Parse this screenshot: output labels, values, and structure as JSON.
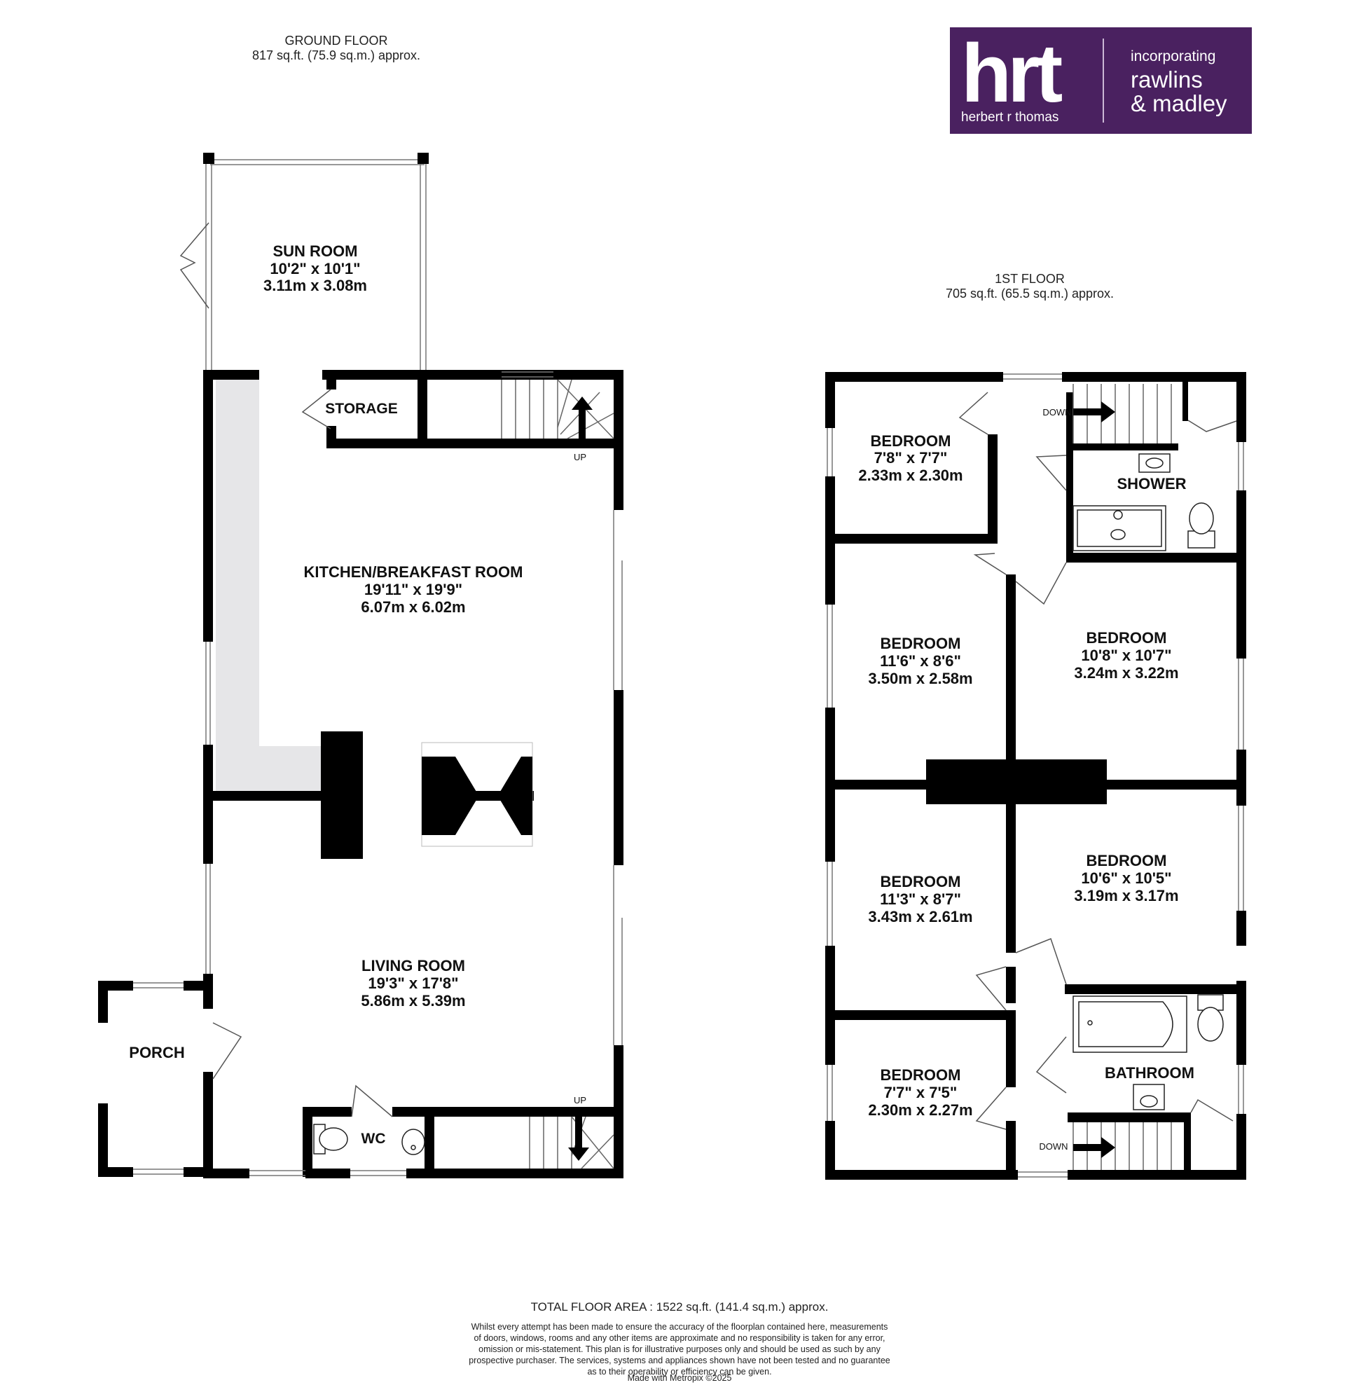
{
  "ground_floor": {
    "heading": "GROUND FLOOR",
    "area": "817 sq.ft. (75.9 sq.m.) approx.",
    "rooms": {
      "sun_room": {
        "name": "SUN ROOM",
        "imperial": "10'2\"  x 10'1\"",
        "metric": "3.11m  x 3.08m"
      },
      "storage": {
        "name": "STORAGE"
      },
      "kitchen": {
        "name": "KITCHEN/BREAKFAST ROOM",
        "imperial": "19'11\"  x 19'9\"",
        "metric": "6.07m  x 6.02m"
      },
      "living": {
        "name": "LIVING ROOM",
        "imperial": "19'3\"  x 17'8\"",
        "metric": "5.86m  x 5.39m"
      },
      "porch": {
        "name": "PORCH"
      },
      "wc": {
        "name": "WC"
      }
    },
    "stairs_top": "UP",
    "stairs_bottom": "UP"
  },
  "first_floor": {
    "heading": "1ST FLOOR",
    "area": "705 sq.ft. (65.5 sq.m.) approx.",
    "rooms": {
      "bedroom_1": {
        "name": "BEDROOM",
        "imperial": "7'8\"  x 7'7\"",
        "metric": "2.33m  x 2.30m"
      },
      "shower": {
        "name": "SHOWER"
      },
      "bedroom_2": {
        "name": "BEDROOM",
        "imperial": "11'6\"  x 8'6\"",
        "metric": "3.50m  x 2.58m"
      },
      "bedroom_3": {
        "name": "BEDROOM",
        "imperial": "10'8\"  x 10'7\"",
        "metric": "3.24m  x 3.22m"
      },
      "bedroom_4": {
        "name": "BEDROOM",
        "imperial": "11'3\"  x 8'7\"",
        "metric": "3.43m  x 2.61m"
      },
      "bedroom_5": {
        "name": "BEDROOM",
        "imperial": "10'6\"  x 10'5\"",
        "metric": "3.19m  x 3.17m"
      },
      "bedroom_6": {
        "name": "BEDROOM",
        "imperial": "7'7\"  x 7'5\"",
        "metric": "2.30m  x 2.27m"
      },
      "bathroom": {
        "name": "BATHROOM"
      }
    },
    "stairs_top": "DOWN",
    "stairs_bottom": "DOWN"
  },
  "logo": {
    "wordmark": "hrt",
    "subtitle": "herbert r thomas",
    "incorporating": "incorporating",
    "partner_line1": "rawlins",
    "partner_line2": "& madley",
    "background_color": "#4a2160"
  },
  "footer": {
    "total_area": "TOTAL FLOOR AREA : 1522 sq.ft. (141.4 sq.m.) approx.",
    "disclaimer_lines": [
      "Whilst every attempt has been made to ensure the accuracy of the floorplan contained here, measurements",
      "of doors, windows, rooms and any other items are approximate and no responsibility is taken for any error,",
      "omission or mis-statement. This plan is for illustrative purposes only and should be used as such by any",
      "prospective purchaser. The services, systems and appliances shown have not been tested and no guarantee",
      "as to their operability or efficiency can be given."
    ],
    "made_with": "Made with Metropix ©2025"
  },
  "colors": {
    "wall": "#000000",
    "worktop": "#e6e6e8",
    "brand_purple": "#4a2160"
  }
}
